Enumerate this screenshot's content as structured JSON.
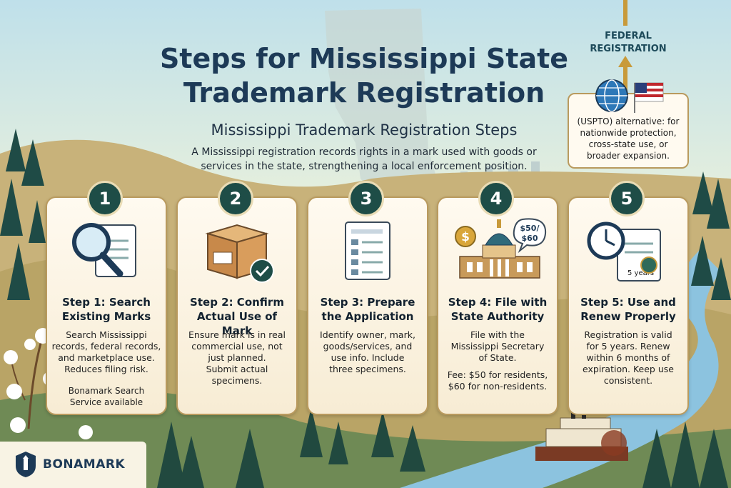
{
  "title_line1": "Steps for Mississippi State",
  "title_line2": "Trademark Registration",
  "subtitle": "Mississippi Trademark Registration Steps",
  "intro_line1": "A Mississippi registration records rights in a mark used with goods or",
  "intro_line2": "services in the state, strengthening a local enforcement position.",
  "federal": {
    "label_line1": "FEDERAL",
    "label_line2": "REGISTRATION",
    "text_line1": "(USPTO) alternative: for",
    "text_line2": "nationwide protection,",
    "text_line3": "cross-state use, or",
    "text_line4": "broader expansion."
  },
  "steps": [
    {
      "number": "1",
      "title_line1": "Step 1: Search",
      "title_line2": "Existing Marks",
      "body": [
        "Search Mississippi",
        "records, federal records,",
        "and marketplace use.",
        "Reduces filing risk."
      ],
      "note": [
        "Bonamark Search",
        "Service available"
      ],
      "icon": "magnifier-document-icon"
    },
    {
      "number": "2",
      "title_line1": "Step 2: Confirm",
      "title_line2": "Actual Use of Mark",
      "body": [
        "Ensure mark is in real",
        "commercial use, not",
        "just planned.",
        "Submit actual",
        "specimens."
      ],
      "icon": "box-check-icon"
    },
    {
      "number": "3",
      "title_line1": "Step 3: Prepare",
      "title_line2": "the Application",
      "body": [
        "Identify owner, mark,",
        "goods/services, and",
        "use info. Include",
        "three specimens."
      ],
      "icon": "application-form-icon"
    },
    {
      "number": "4",
      "title_line1": "Step 4: File with",
      "title_line2": "State Authority",
      "body": [
        "File with the",
        "Mississippi Secretary",
        "of State.",
        "",
        "Fee: $50 for residents,",
        "$60 for non-residents."
      ],
      "fee_badge_line1": "$50/",
      "fee_badge_line2": "$60",
      "coin_symbol": "$",
      "icon": "capitol-building-icon"
    },
    {
      "number": "5",
      "title_line1": "Step 5: Use and",
      "title_line2": "Renew Properly",
      "body": [
        "Registration is valid",
        "for 5 years. Renew",
        "within 6 months of",
        "expiration. Keep use",
        "consistent."
      ],
      "doc_label": "5 years",
      "icon": "clock-certificate-icon"
    }
  ],
  "brand": {
    "name": "BONAMARK",
    "icon": "lighthouse-shield-icon"
  },
  "colors": {
    "navy": "#1d3a57",
    "step_circle": "#1e4d47",
    "card_border": "#b99a5e",
    "river": "#8cc3df"
  }
}
